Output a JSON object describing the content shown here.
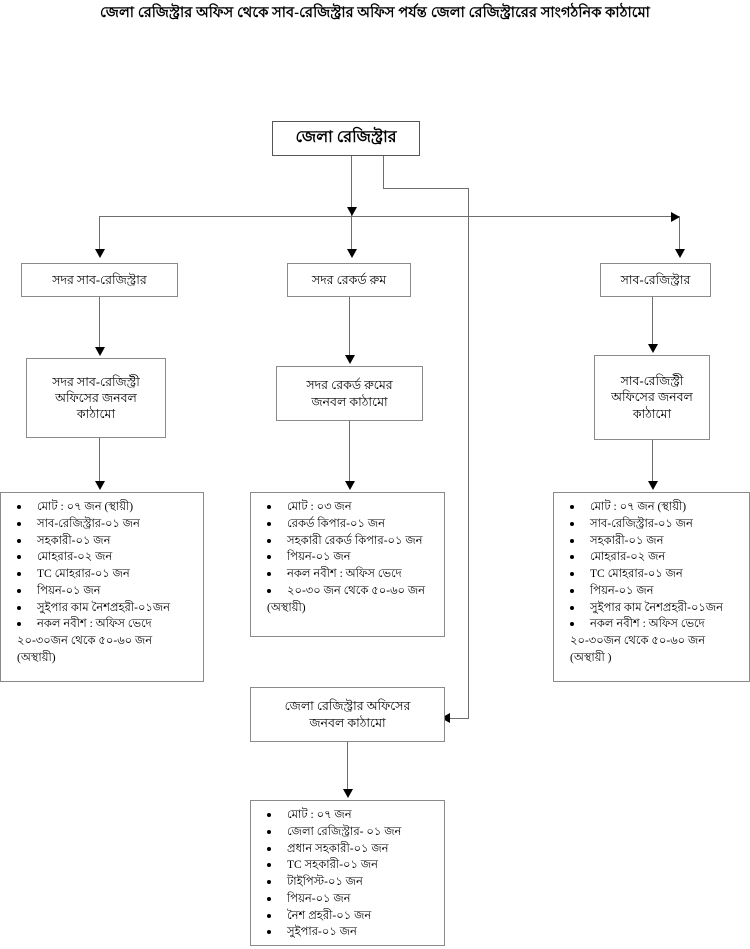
{
  "title": {
    "line1": "জেলা রেজিস্ট্রার অফিস থেকে সাব-রেজিস্ট্রার অফিস পর্যন্ত",
    "line2": "জেলা রেজিস্ট্রারের সাংগঠনিক কাঠামো"
  },
  "root": {
    "label": "জেলা রেজিস্ট্রার"
  },
  "level1": {
    "left": "সদর সাব-রেজিস্ট্রার",
    "center": "সদর রেকর্ড রুম",
    "right": "সাব-রেজিস্ট্রার"
  },
  "level2": {
    "left": [
      "সদর সাব-রেজিস্ট্রী",
      "অফিসের জনবল",
      "কাঠামো"
    ],
    "center": [
      "সদর রেকর্ড রুমের",
      "জনবল কাঠামো"
    ],
    "right": [
      "সাব-রেজিস্ট্রী",
      "অফিসের জনবল",
      "কাঠামো"
    ]
  },
  "middle_box": {
    "lines": [
      "জেলা রেজিস্ট্রার অফিসের",
      "জনবল কাঠামো"
    ]
  },
  "lists": {
    "left": [
      {
        "text": "মোট : ০৭ জন (স্থায়ী)"
      },
      {
        "text": "সাব-রেজিস্ট্রার-০১ জন"
      },
      {
        "text": "সহকারী-০১ জন"
      },
      {
        "text": "মোহরার-০২ জন"
      },
      {
        "text": "TC মোহরার-০১ জন"
      },
      {
        "text": "পিয়ন-০১ জন"
      },
      {
        "text": "সুইপার কাম নৈশপ্রহরী-০১জন"
      },
      {
        "text": "নকল নবীশ : অফিস ভেদে",
        "cont": [
          "২০-৩০জন থেকে ৫০-৬০ জন",
          "(অস্থায়ী)"
        ]
      }
    ],
    "center": [
      {
        "text": "মোট : ০৩ জন"
      },
      {
        "text": "রেকর্ড কিপার-০১ জন"
      },
      {
        "text": "সহকারী রেকর্ড কিপার-০১ জন"
      },
      {
        "text": "পিয়ন-০১ জন"
      },
      {
        "text": "নকল নবীশ : অফিস ভেদে"
      },
      {
        "text": "২০-৩০ জন থেকে ৫০-৬০ জন",
        "cont": [
          "(অস্থায়ী)"
        ]
      }
    ],
    "right": [
      {
        "text": "মোট : ০৭ জন (স্থায়ী)"
      },
      {
        "text": "সাব-রেজিস্ট্রার-০১ জন"
      },
      {
        "text": "সহকারী-০১ জন"
      },
      {
        "text": "মোহরার-০২ জন"
      },
      {
        "text": "TC মোহরার-০১ জন"
      },
      {
        "text": "পিয়ন-০১ জন"
      },
      {
        "text": "সুইপার কাম নৈশপ্রহরী-০১জন"
      },
      {
        "text": "নকল নবীশ : অফিস ভেদে",
        "cont": [
          "২০-৩০জন থেকে ৫০-৬০ জন",
          "(অস্থায়ী )"
        ]
      }
    ],
    "bottom": [
      {
        "text": "মোট : ০৭ জন"
      },
      {
        "text": "জেলা রেজিস্ট্রার- ০১ জন"
      },
      {
        "text": "প্রধান সহকারী-০১ জন"
      },
      {
        "text": "TC সহকারী-০১ জন"
      },
      {
        "text": "টাইপিস্ট-০১ জন"
      },
      {
        "text": "পিয়ন-০১ জন"
      },
      {
        "text": "নৈশ প্রহরী-০১ জন"
      },
      {
        "text": "সুইপার-০১ জন"
      }
    ]
  },
  "colors": {
    "line": "#6e6e6e",
    "border": "#8a8a8a",
    "text": "#000000",
    "background": "#ffffff"
  }
}
